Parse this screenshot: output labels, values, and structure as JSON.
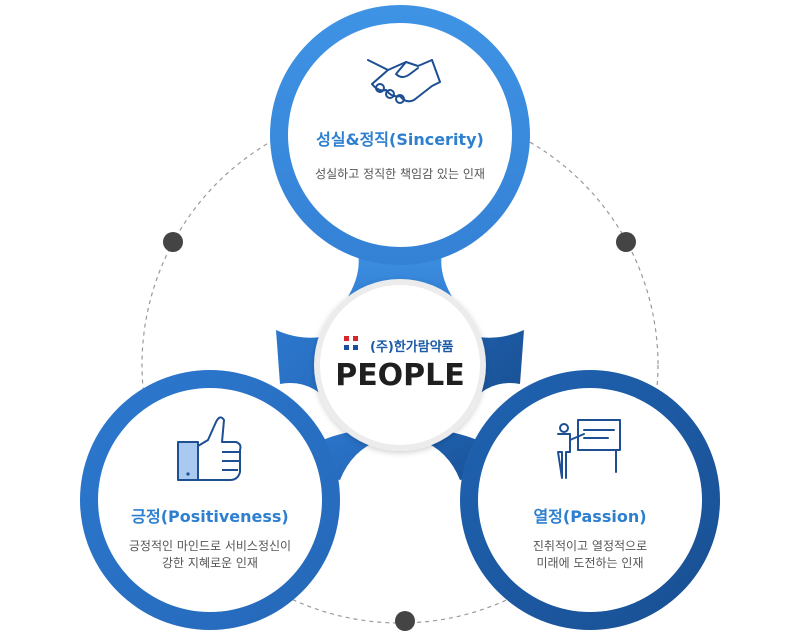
{
  "center": {
    "company": "(주)한가람약품",
    "label": "PEOPLE"
  },
  "values": [
    {
      "key": "sincerity",
      "title": "성실&정직(Sincerity)",
      "desc_lines": [
        "성실하고 정직한 책임감 있는 인재"
      ],
      "icon": "handshake-icon"
    },
    {
      "key": "positiveness",
      "title": "긍정(Positiveness)",
      "desc_lines": [
        "긍정적인 마인드로 서비스정신이",
        "강한 지혜로운 인재"
      ],
      "icon": "thumbs-up-icon"
    },
    {
      "key": "passion",
      "title": "열정(Passion)",
      "desc_lines": [
        "진취적이고 열정적으로",
        "미래에 도전하는 인재"
      ],
      "icon": "presentation-icon"
    }
  ],
  "colors": {
    "top": "#3d8ee0",
    "left": "#2a6fc2",
    "right": "#1e5aa3",
    "title": "#2e7fd0",
    "text": "#555555",
    "dark_dot": "#444444",
    "logo_red": "#d9242a",
    "logo_blue": "#1a4fa0"
  }
}
